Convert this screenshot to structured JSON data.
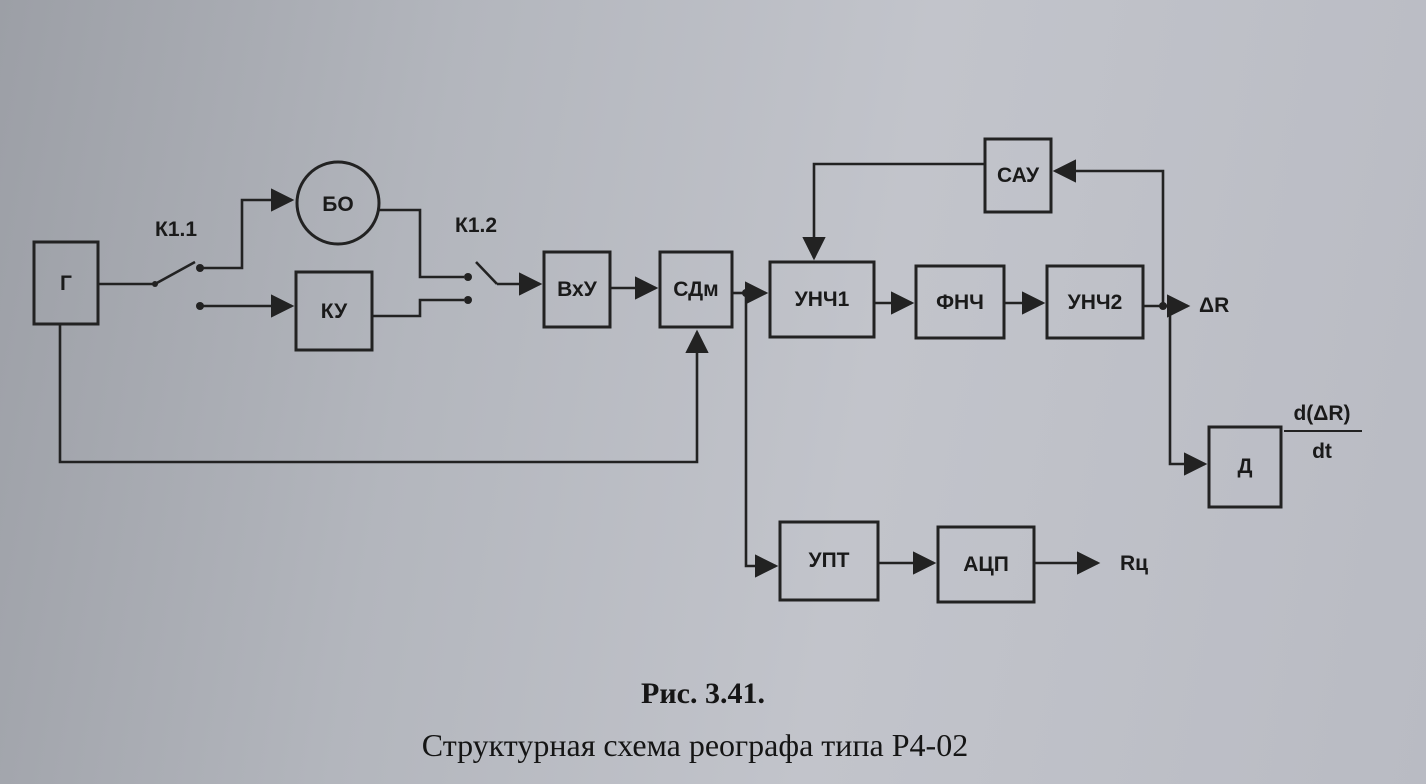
{
  "blocks": {
    "g": "Г",
    "bo": "БО",
    "ku": "КУ",
    "vxu": "ВхУ",
    "sdm": "СДм",
    "unch1": "УНЧ1",
    "fnch": "ФНЧ",
    "unch2": "УНЧ2",
    "sau": "САУ",
    "upt": "УПТ",
    "acp": "АЦП",
    "d": "Д"
  },
  "switches": {
    "k11": "К1.1",
    "k12": "К1.2"
  },
  "outputs": {
    "delta_r": "ΔR",
    "r_c": "Rц",
    "deriv_num": "d(ΔR)",
    "deriv_den": "dt"
  },
  "caption": {
    "number": "Рис. 3.41.",
    "text": "Структурная схема реографа типа Р4-02"
  }
}
